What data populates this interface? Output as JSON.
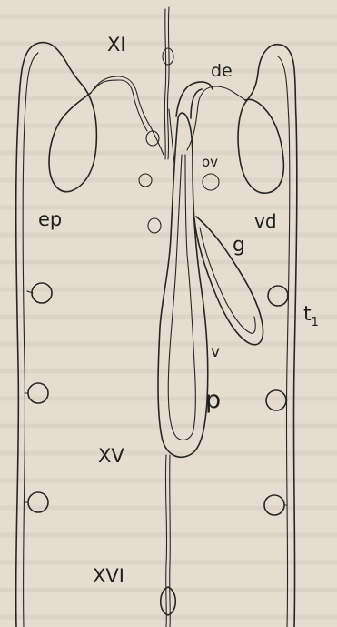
{
  "figure": {
    "background_color": "#e4ddd0",
    "ink_color": "#262626",
    "labels": {
      "segment_xi": "XI",
      "segment_xv": "XV",
      "segment_xvi": "XVI",
      "de": "de",
      "ov": "ov",
      "ep": "ep",
      "vd": "vd",
      "g": "g",
      "t": "t",
      "t_sub": "1",
      "v": "v",
      "p": "p"
    }
  }
}
